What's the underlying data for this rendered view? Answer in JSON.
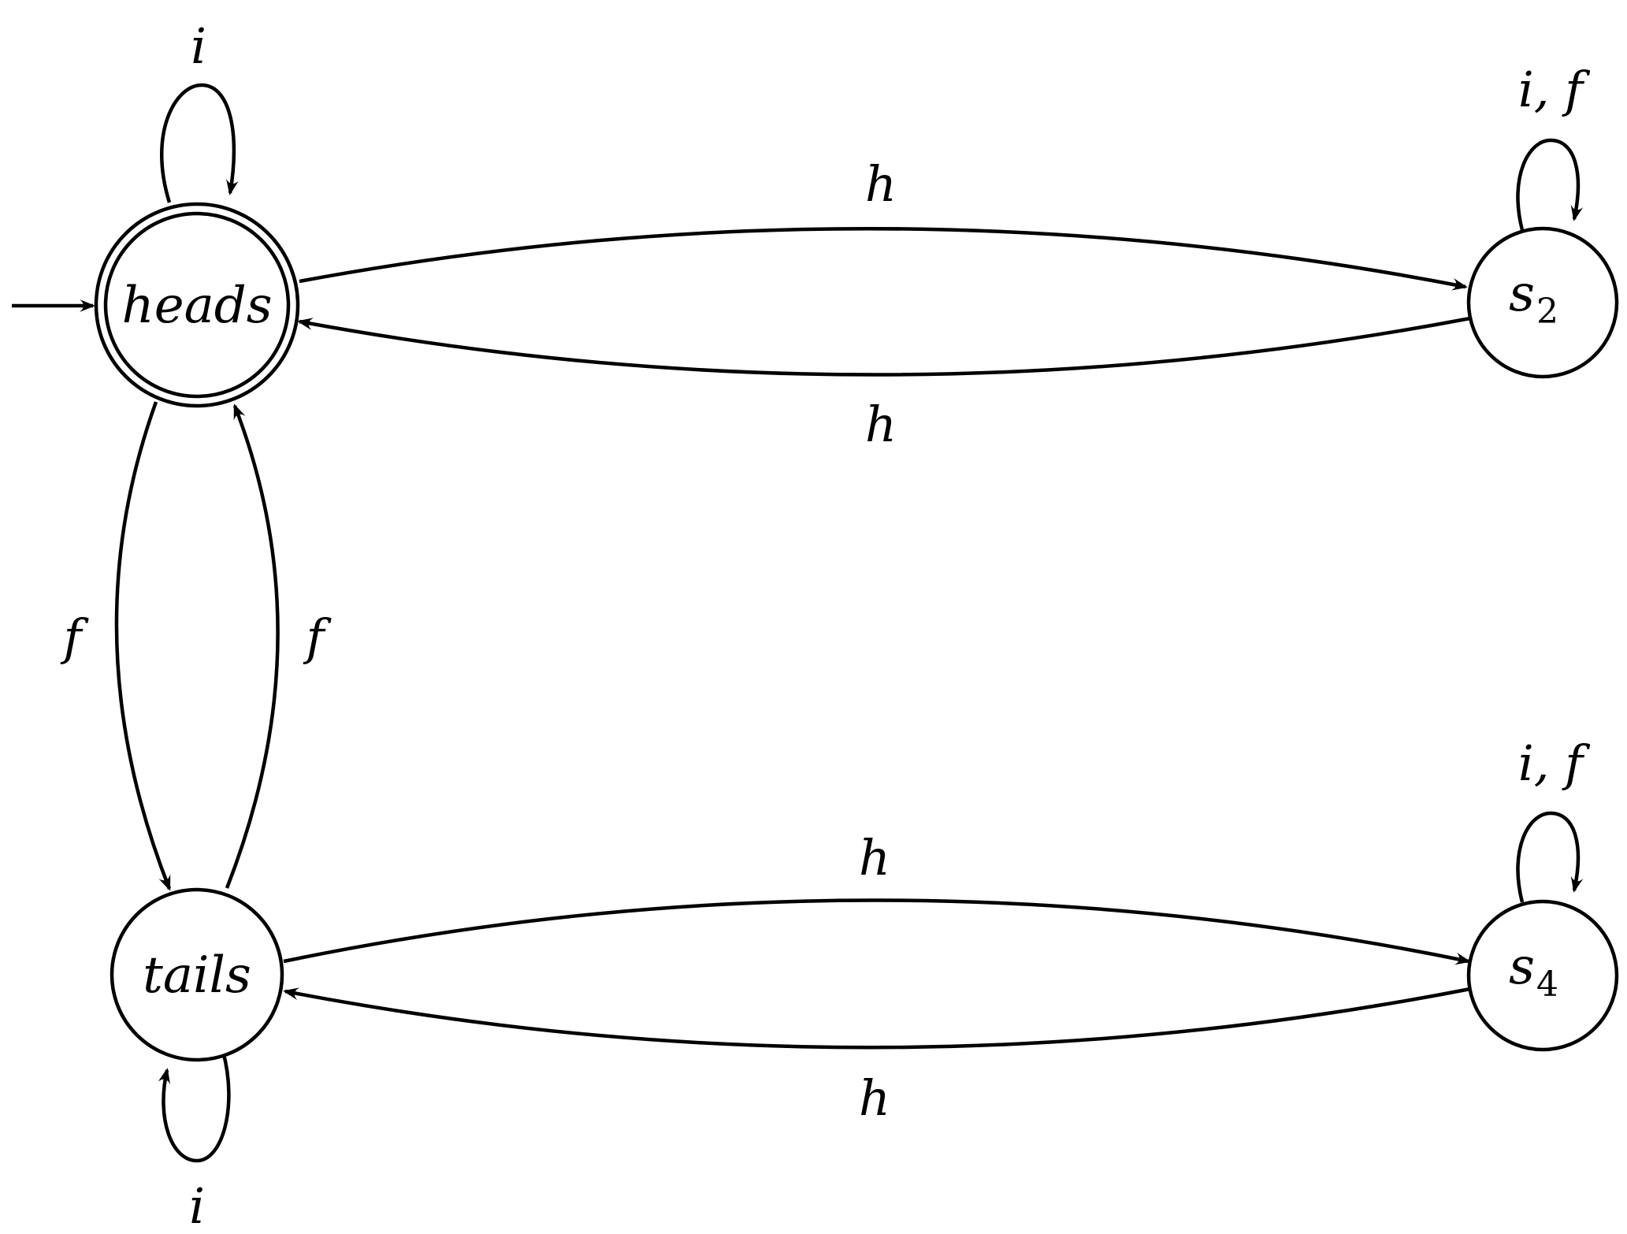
{
  "states": {
    "heads": {
      "label": "heads",
      "initial": true,
      "accepting": true
    },
    "tails": {
      "label": "tails"
    },
    "s2": {
      "label": "s",
      "subscript": "2"
    },
    "s4": {
      "label": "s",
      "subscript": "4"
    }
  },
  "edges": {
    "heads_self": {
      "from": "heads",
      "to": "heads",
      "label": "i"
    },
    "heads_s2": {
      "from": "heads",
      "to": "s2",
      "label": "h"
    },
    "s2_heads": {
      "from": "s2",
      "to": "heads",
      "label": "h"
    },
    "s2_self": {
      "from": "s2",
      "to": "s2",
      "label": "i, f"
    },
    "heads_tails": {
      "from": "heads",
      "to": "tails",
      "label": "f"
    },
    "tails_heads": {
      "from": "tails",
      "to": "heads",
      "label": "f"
    },
    "tails_s4": {
      "from": "tails",
      "to": "s4",
      "label": "h"
    },
    "s4_tails": {
      "from": "s4",
      "to": "tails",
      "label": "h"
    },
    "s4_self": {
      "from": "s4",
      "to": "s4",
      "label": "i, f"
    },
    "tails_self": {
      "from": "tails",
      "to": "tails",
      "label": "i"
    }
  }
}
